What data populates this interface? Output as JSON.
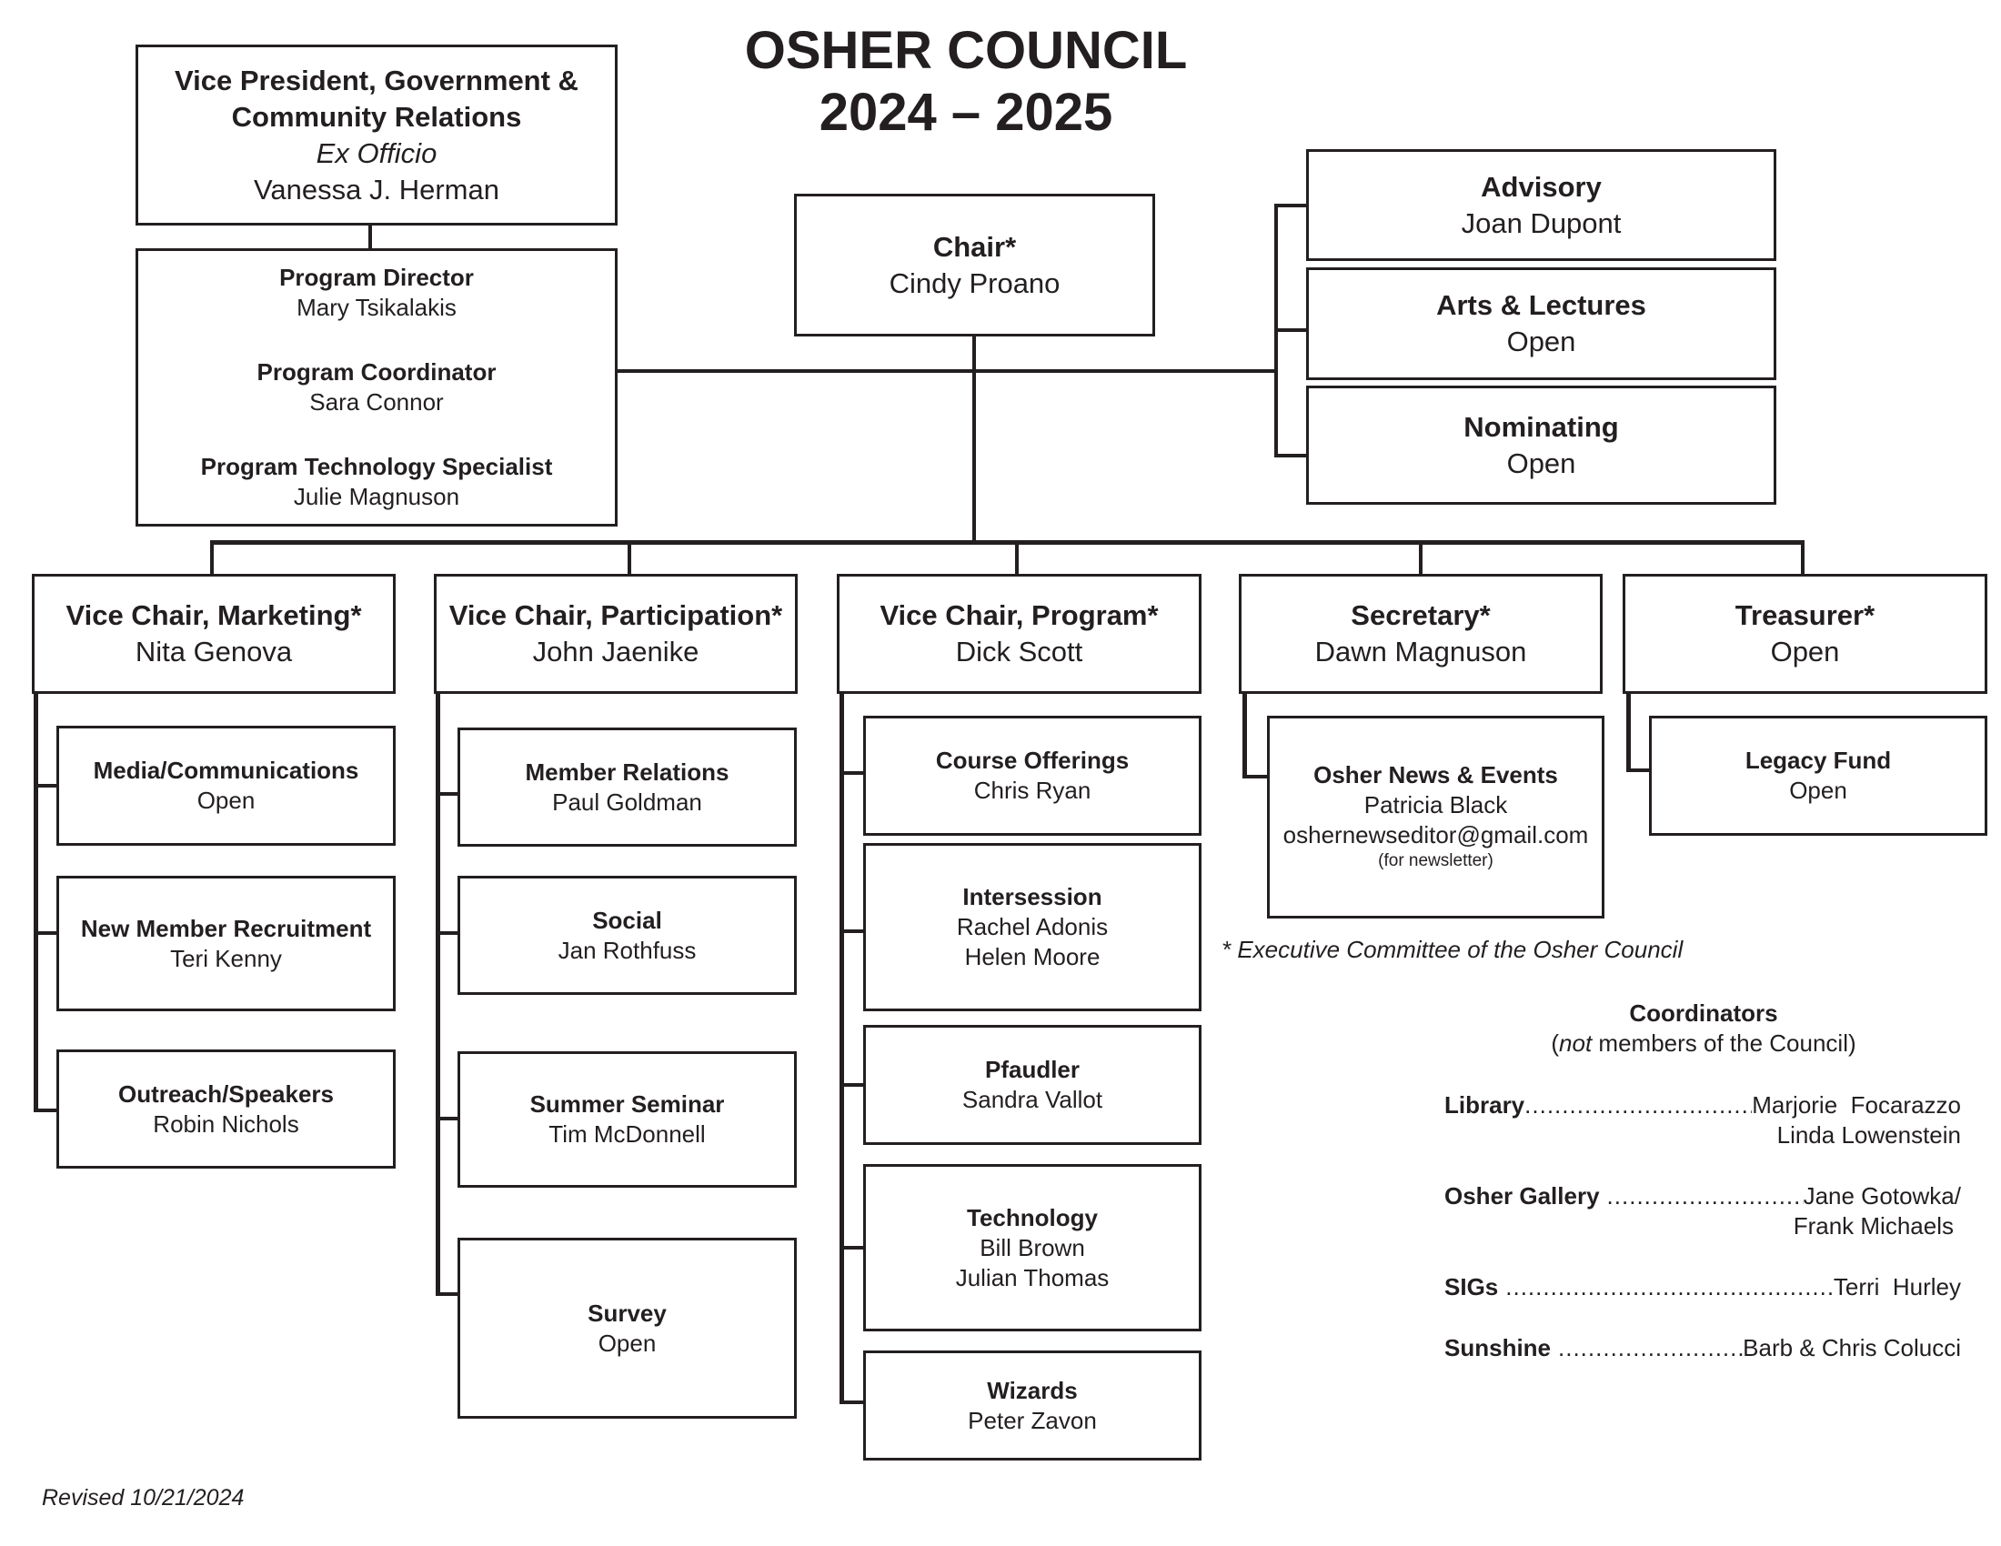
{
  "title": {
    "line1": "OSHER COUNCIL",
    "line2": "2024 – 2025"
  },
  "vp": {
    "title_line1": "Vice President, Government &",
    "title_line2": "Community Relations",
    "subtitle": "Ex Officio",
    "name": "Vanessa J. Herman"
  },
  "program_staff": [
    {
      "title": "Program Director",
      "name": "Mary Tsikalakis"
    },
    {
      "title": "Program Coordinator",
      "name": "Sara Connor"
    },
    {
      "title": "Program Technology Specialist",
      "name": "Julie Magnuson"
    }
  ],
  "chair": {
    "title": "Chair*",
    "name": "Cindy Proano"
  },
  "committees": [
    {
      "title": "Advisory",
      "name": "Joan Dupont"
    },
    {
      "title": "Arts & Lectures",
      "name": "Open"
    },
    {
      "title": "Nominating",
      "name": "Open"
    }
  ],
  "officers": [
    {
      "title": "Vice Chair, Marketing*",
      "name": "Nita Genova",
      "children": [
        {
          "title": "Media/Communications",
          "names": [
            "Open"
          ]
        },
        {
          "title": "New Member Recruitment",
          "names": [
            "Teri Kenny"
          ]
        },
        {
          "title": "Outreach/Speakers",
          "names": [
            "Robin Nichols"
          ]
        }
      ]
    },
    {
      "title": "Vice Chair, Participation*",
      "name": "John Jaenike",
      "children": [
        {
          "title": "Member Relations",
          "names": [
            "Paul Goldman"
          ]
        },
        {
          "title": "Social",
          "names": [
            "Jan Rothfuss"
          ]
        },
        {
          "title": "Summer Seminar",
          "names": [
            "Tim McDonnell"
          ]
        },
        {
          "title": "Survey",
          "names": [
            "Open"
          ]
        }
      ]
    },
    {
      "title": "Vice Chair, Program*",
      "name": "Dick Scott",
      "children": [
        {
          "title": "Course Offerings",
          "names": [
            "Chris Ryan"
          ]
        },
        {
          "title": "Intersession",
          "names": [
            "Rachel Adonis",
            "Helen Moore"
          ]
        },
        {
          "title": "Pfaudler",
          "names": [
            "Sandra Vallot"
          ]
        },
        {
          "title": "Technology",
          "names": [
            "Bill Brown",
            "Julian Thomas"
          ]
        },
        {
          "title": "Wizards",
          "names": [
            "Peter Zavon"
          ]
        }
      ]
    },
    {
      "title": "Secretary*",
      "name": "Dawn Magnuson",
      "children": [
        {
          "title": "Osher News & Events",
          "names": [
            "Patricia Black",
            "oshernewseditor@gmail.com"
          ],
          "note": "(for newsletter)"
        }
      ]
    },
    {
      "title": "Treasurer*",
      "name": "Open",
      "children": [
        {
          "title": "Legacy Fund",
          "names": [
            "Open"
          ]
        }
      ]
    }
  ],
  "footnote": "* Executive Committee of the Osher Council",
  "coordinators": {
    "title": "Coordinators",
    "subtitle_pre": "(",
    "subtitle_em": "not",
    "subtitle_post": " members of the Council)",
    "rows": [
      {
        "label": "Library",
        "names": [
          "Marjorie  Focarazzo",
          "Linda Lowenstein"
        ]
      },
      {
        "label": "Osher Gallery",
        "names": [
          "Jane Gotowka/",
          "Frank Michaels"
        ]
      },
      {
        "label": "SIGs",
        "names": [
          "Terri  Hurley"
        ]
      },
      {
        "label": "Sunshine",
        "names": [
          "Barb & Chris Colucci"
        ]
      }
    ]
  },
  "revised": "Revised 10/21/2024"
}
